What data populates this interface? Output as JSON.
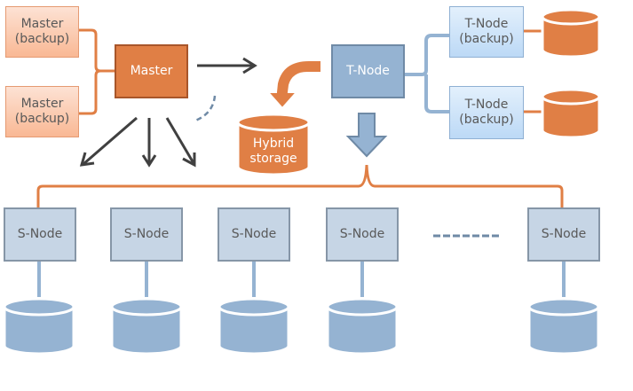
{
  "nodes": {
    "master_backup_1": "Master\n(backup)",
    "master_backup_1_lines": [
      "Master",
      "(backup)"
    ],
    "master_backup_2_lines": [
      "Master",
      "(backup)"
    ],
    "master": "Master",
    "t_node": "T-Node",
    "t_backup_1_lines": [
      "T-Node",
      "(backup)"
    ],
    "t_backup_2_lines": [
      "T-Node",
      "(backup)"
    ],
    "hybrid_storage_lines": [
      "Hybrid",
      "storage"
    ],
    "s_nodes": [
      "S-Node",
      "S-Node",
      "S-Node",
      "S-Node",
      "S-Node"
    ],
    "ellipsis": "-------"
  },
  "colors": {
    "orange": "#e07f45",
    "orange_border": "#a8562a",
    "blue": "#95b3d2",
    "blue_border": "#6f8aa6",
    "snode_fill": "#c6d5e5",
    "arrow_dark": "#404040"
  }
}
